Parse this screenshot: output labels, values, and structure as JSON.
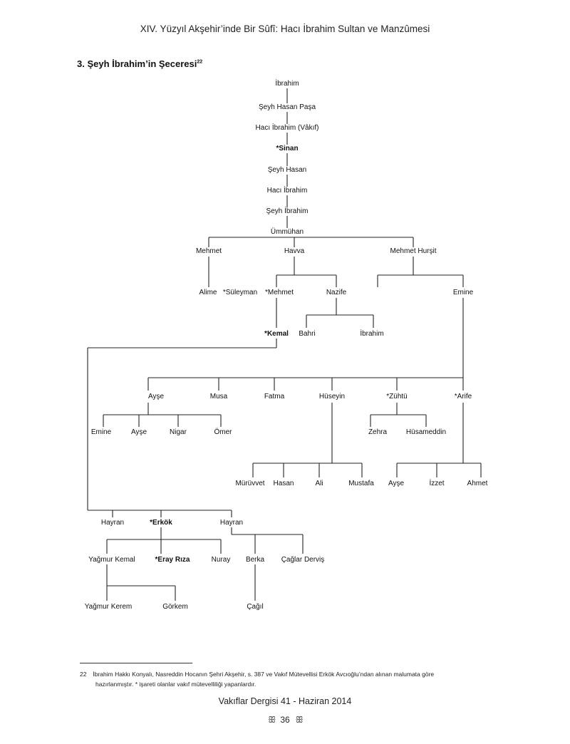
{
  "header": {
    "running_title": "XIV. Yüzyıl Akşehir’inde Bir Sûfî: Hacı İbrahim Sultan ve Manzûmesi"
  },
  "section": {
    "title": "3. Şeyh İbrahim’in Şeceresi",
    "footnote_ref": "22"
  },
  "tree": {
    "lineage": [
      "İbrahim",
      "Şeyh Hasan Paşa",
      "Hacı İbrahim (Vâkıf)",
      "*Sinan",
      "Şeyh Hasan",
      "Hacı İbrahim",
      "Şeyh İbrahim",
      "Ümmühan"
    ],
    "ummuhan_children": [
      "Mehmet",
      "Havva",
      "Mehmet Hurşit"
    ],
    "mehmet_child": "Alime",
    "havva_children": [
      "*Süleyman",
      "*Mehmet",
      "Nazife"
    ],
    "mehmet_child_kemal": "*Kemal",
    "nazife_children": [
      "Bahri",
      "İbrahim"
    ],
    "hursit_child": "Emine",
    "emine_children": [
      "Ayşe",
      "Musa",
      "Fatma",
      "Hüseyin",
      "*Zühtü",
      "*Arife"
    ],
    "ayse_children": [
      "Emine",
      "Ayşe",
      "Nigar",
      "Ömer"
    ],
    "zuhtu_children": [
      "Zehra",
      "Hüsameddin"
    ],
    "huseyin_children": [
      "Mürüvvet",
      "Hasan",
      "Ali",
      "Mustafa"
    ],
    "arife_children": [
      "Ayşe",
      "İzzet",
      "Ahmet"
    ],
    "kemal_children": [
      "Hayran",
      "*Erkök",
      "Hayran"
    ],
    "erkok_children": [
      "Yağmur Kemal",
      "*Eray Rıza",
      "Nuray"
    ],
    "hayran2_children": [
      "Berka",
      "Çağlar Derviş"
    ],
    "yagmur_children": [
      "Yağmur Kerem",
      "Görkem"
    ],
    "berka_child": "Çağıl"
  },
  "footnote": {
    "number": "22",
    "line1": "İbrahim Hakkı Konyalı, Nasreddin Hocanın Şehri Akşehir, s. 387 ve Vakıf Mütevellisi Erkök Avcıoğlu’ndan alınan malumata göre",
    "line2": "hazırlanmıştır.  *  işareti olanlar vakıf mütevelliliği yapanlardır."
  },
  "footer": {
    "journal": "Vakıflar Dergisi 41 - Haziran 2014",
    "page_number": "36",
    "ornament_left": "ꕥ",
    "ornament_right": "ꕥ"
  }
}
